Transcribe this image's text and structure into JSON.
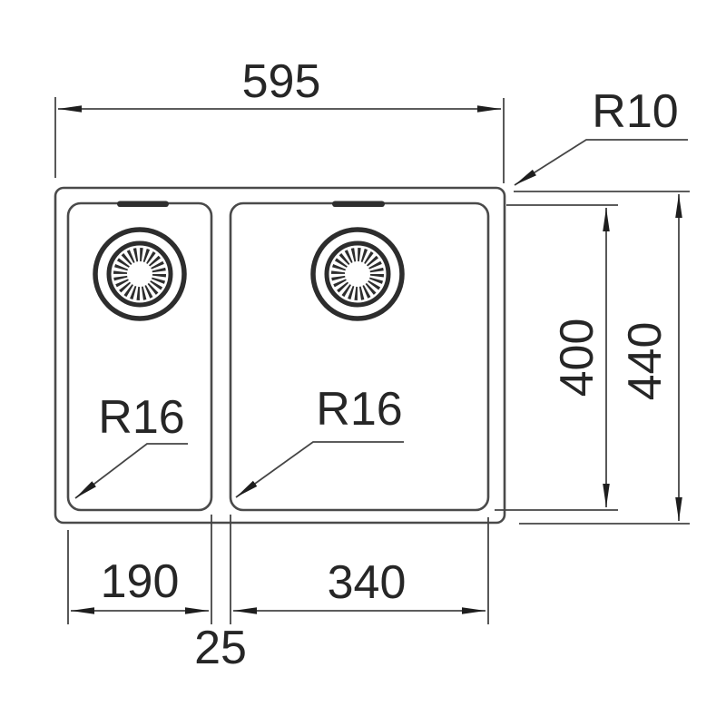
{
  "drawing": {
    "type": "technical-dimension-drawing",
    "subject": "double-bowl undermount kitchen sink, top view",
    "colors": {
      "background": "#ffffff",
      "outline": "#4a4a4a",
      "dimension_line": "#454545",
      "text": "#262626",
      "arrow": "#1e1e1e"
    },
    "labels": {
      "overall_width": "595",
      "outer_corner_radius": "R10",
      "bowl_inner_depth": "400",
      "overall_depth": "440",
      "left_bowl_corner_radius": "R16",
      "right_bowl_corner_radius": "R16",
      "left_bowl_width": "190",
      "center_divider_gap": "25",
      "right_bowl_width": "340"
    }
  }
}
